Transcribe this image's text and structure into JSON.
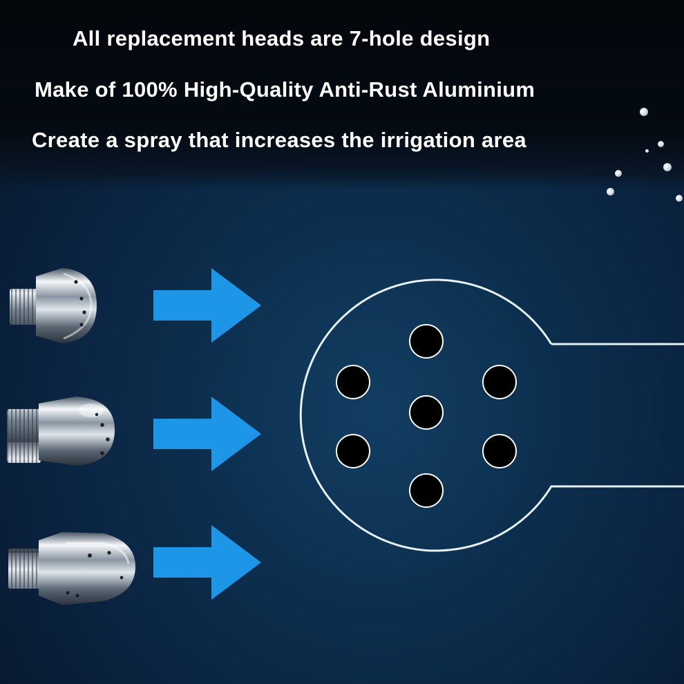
{
  "captions": {
    "line1": "All replacement heads are 7-hole design",
    "line2": "Make of  100% High-Quality Anti-Rust Aluminium",
    "line3": "Create a spray that increases the irrigation area"
  },
  "nozzles": [
    {
      "name": "round-nozzle"
    },
    {
      "name": "bullet-nozzle"
    },
    {
      "name": "long-nozzle"
    }
  ],
  "diagram": {
    "hole_count": 7
  },
  "colors": {
    "arrow": "#1e96e8",
    "outline": "#e6f1f8",
    "hole": "#000000"
  }
}
